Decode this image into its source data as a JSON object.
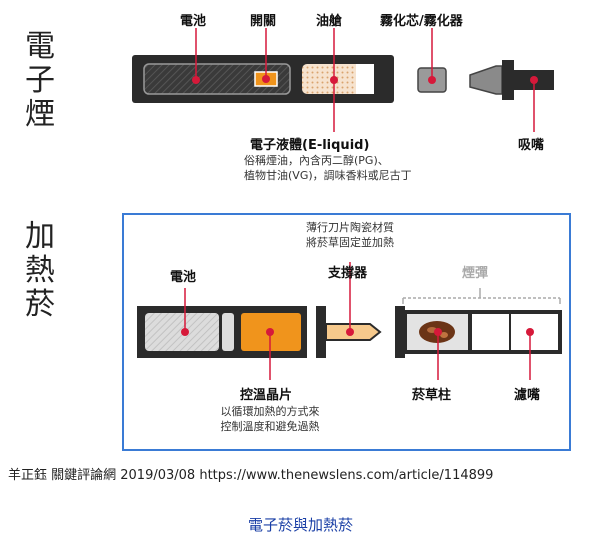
{
  "ecig": {
    "side_title": "電子煙",
    "labels": {
      "battery": "電池",
      "switch": "開關",
      "tank": "油艙",
      "atomizer": "霧化芯/霧化器",
      "eliquid": "電子液體(E-liquid)",
      "mouthpiece": "吸嘴"
    },
    "eliquid_desc": [
      "俗稱煙油，內含丙二醇(PG)、",
      "植物甘油(VG)，調味香料或尼古丁"
    ]
  },
  "heated": {
    "side_title": "加熱菸",
    "top_desc": [
      "薄行刀片陶瓷材質",
      "將菸草固定並加熱"
    ],
    "labels": {
      "battery": "電池",
      "holder": "支撐器",
      "cartridge": "煙彈",
      "chip": "控溫晶片",
      "tobacco": "菸草柱",
      "filter": "濾嘴"
    },
    "chip_desc": [
      "以循環加熱的方式來",
      "控制溫度和避免過熱"
    ]
  },
  "credit": "羊正鈺 關鍵評論網 2019/03/08 https://www.thenewslens.com/article/114899",
  "caption": "電子菸與加熱菸",
  "colors": {
    "marker": "#d6193a",
    "body": "#2b2b2b",
    "chip": "#f0941c",
    "frame": "#3a7bd5",
    "caption": "#1a3fa6"
  }
}
